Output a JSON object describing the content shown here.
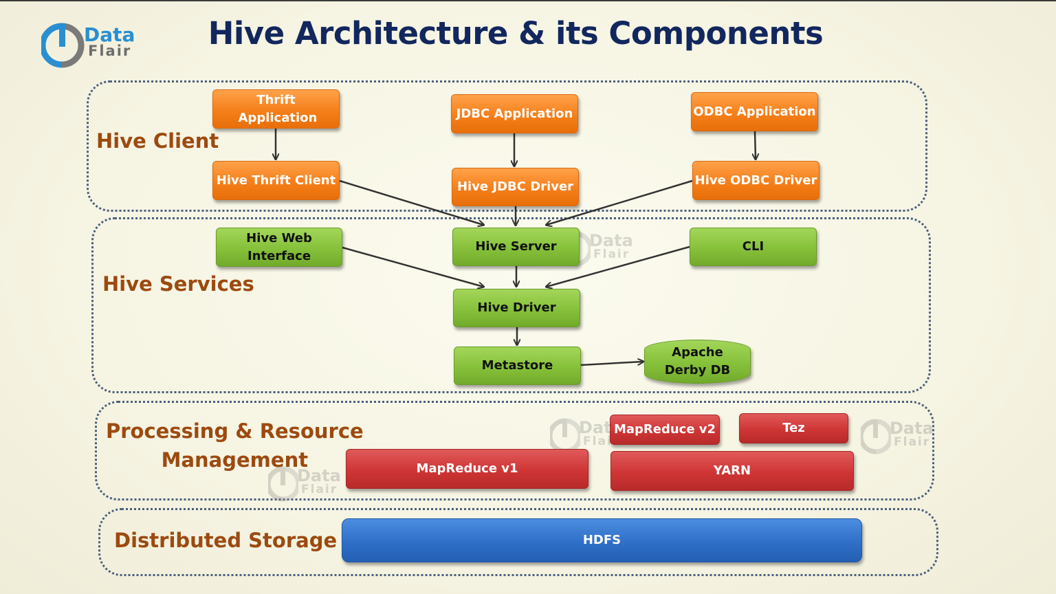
{
  "title": "Hive Architecture & its Components",
  "logo": {
    "line1": "Data",
    "line2": "Flair"
  },
  "watermark": {
    "line1": "Data",
    "line2": "Flair"
  },
  "layers": {
    "client": "Hive Client",
    "services": "Hive Services",
    "processing_line1": "Processing & Resource",
    "processing_line2": "Management",
    "storage": "Distributed Storage"
  },
  "nodes": {
    "thrift_app": "Thrift Application",
    "jdbc_app": "JDBC Application",
    "odbc_app": "ODBC Application",
    "thrift_client": "Hive Thrift Client",
    "jdbc_driver": "Hive JDBC Driver",
    "odbc_driver": "Hive ODBC Driver",
    "web_interface": "Hive Web Interface",
    "hive_server": "Hive Server",
    "cli": "CLI",
    "hive_driver": "Hive Driver",
    "metastore": "Metastore",
    "derby": "Apache Derby DB",
    "mapreduce_v2": "MapReduce v2",
    "tez": "Tez",
    "mapreduce_v1": "MapReduce v1",
    "yarn": "YARN",
    "hdfs": "HDFS"
  },
  "colors": {
    "title": "#12275e",
    "layer_label": "#9c4a10",
    "client_nodes": "#f57f1a",
    "service_nodes": "#86c13a",
    "processing_nodes": "#cf3535",
    "storage_nodes": "#2f6fc8"
  }
}
